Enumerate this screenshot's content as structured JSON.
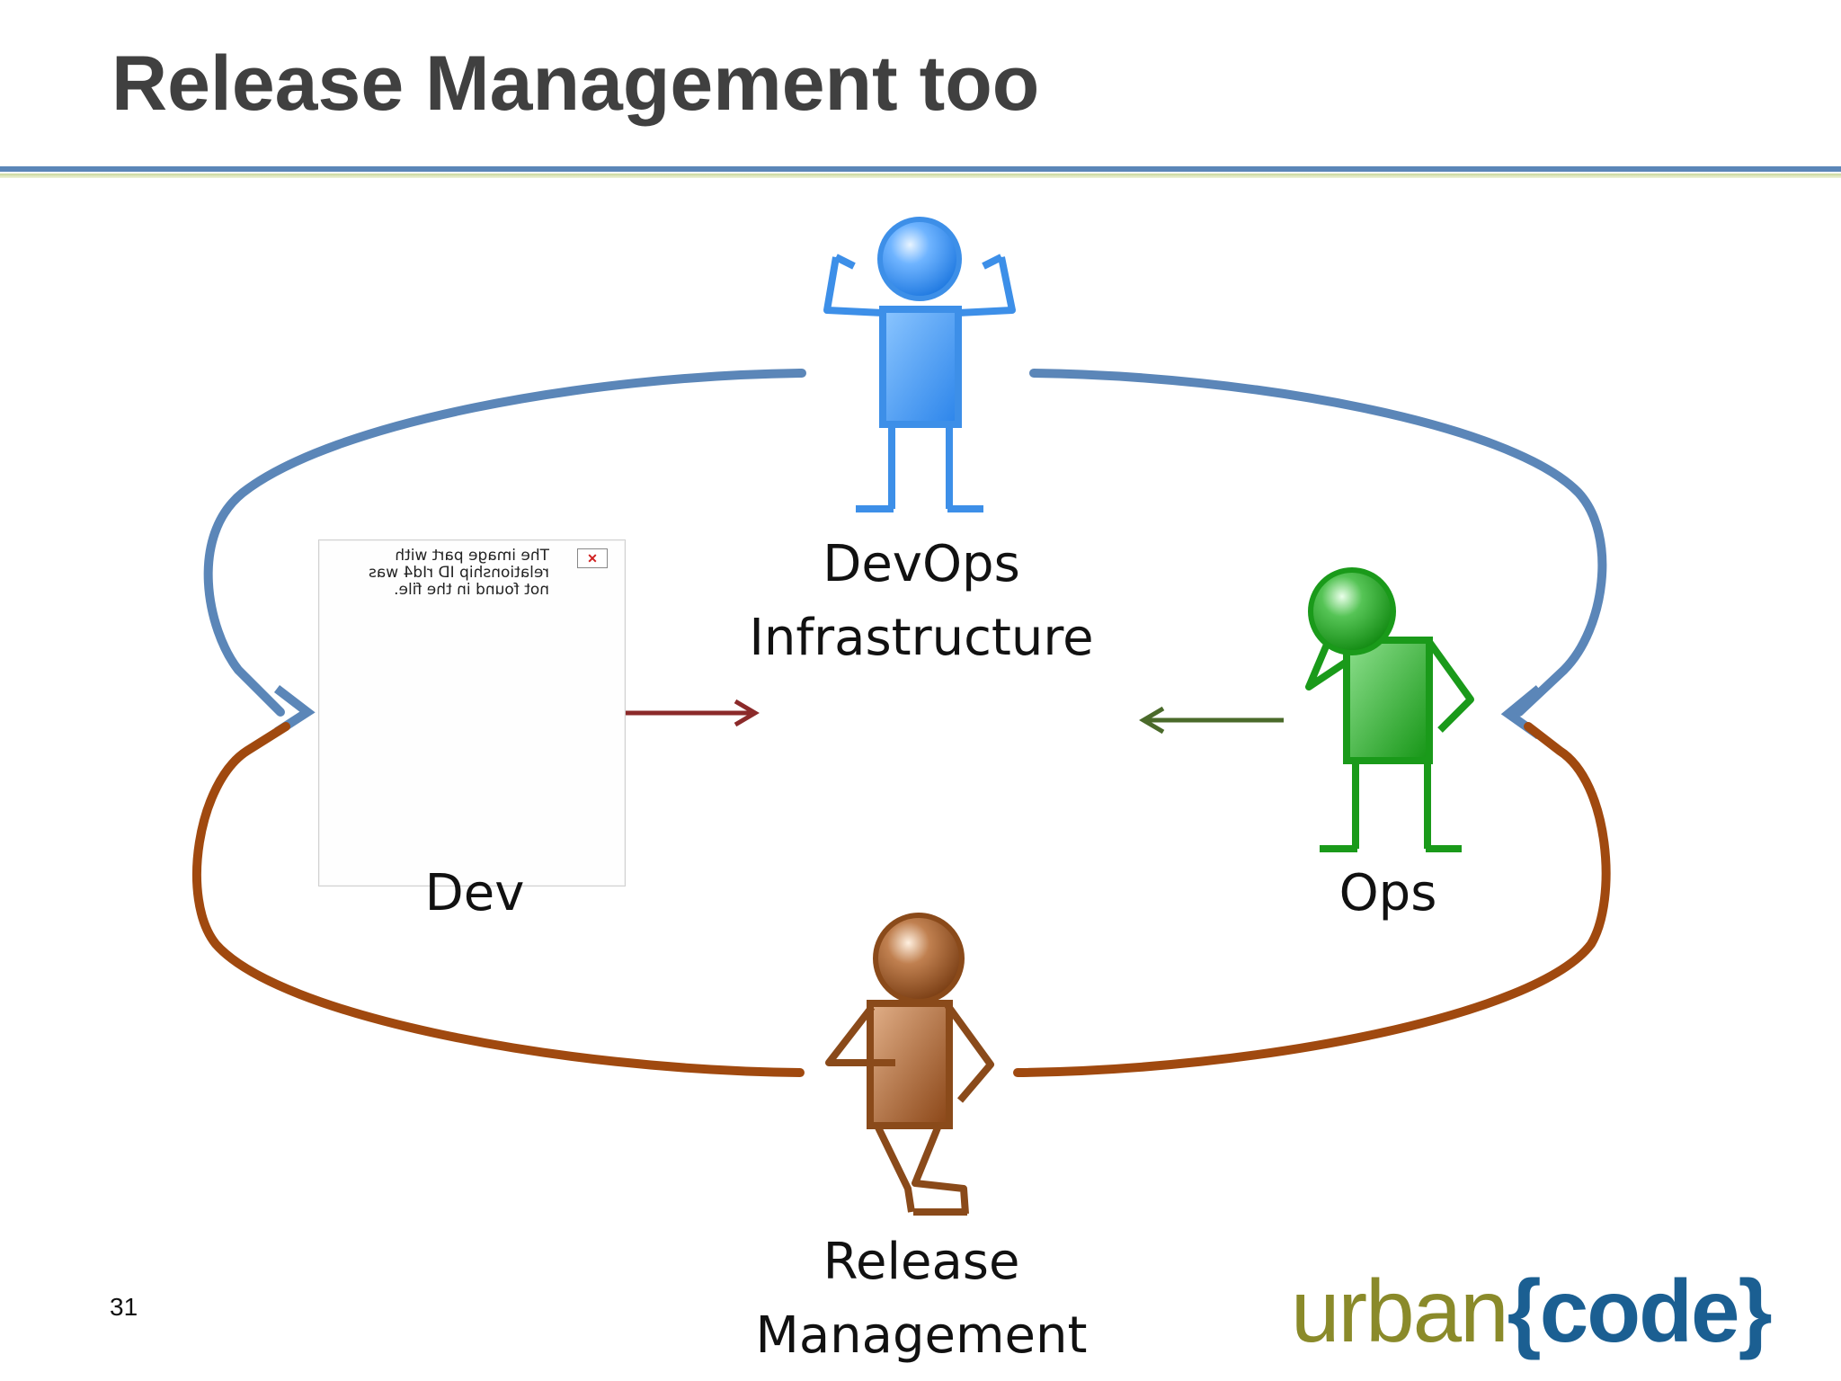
{
  "slide": {
    "title": "Release Management too",
    "page_number": "31"
  },
  "roles": {
    "devops": {
      "line1": "DevOps",
      "line2": "Infrastructure"
    },
    "dev": {
      "label": "Dev"
    },
    "ops": {
      "label": "Ops"
    },
    "release": {
      "line1": "Release",
      "line2": "Management"
    }
  },
  "missing_image": {
    "message": "The image part with relationship ID rId4 was not found in the file."
  },
  "logo": {
    "text_urban": "urban",
    "text_code": "{code}"
  },
  "colors": {
    "title": "#404040",
    "blue": "#5b86b8",
    "brown": "#a0490f",
    "devops_figure": "#3d8fe8",
    "ops_figure": "#1a9a1a",
    "release_figure": "#8a4a1a",
    "dev_arrow": "#8b2a2a",
    "ops_arrow": "#4a6a2a"
  }
}
